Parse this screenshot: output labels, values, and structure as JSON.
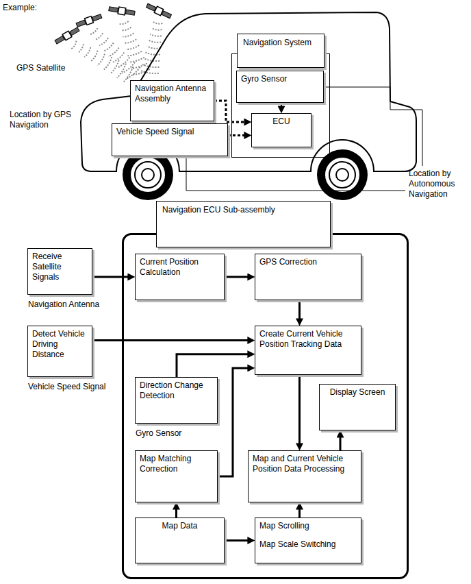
{
  "diagram": {
    "nodes": [
      {
        "text": [
          "Navigation System"
        ]
      },
      {
        "text": [
          "Gyro Sensor"
        ],
        "in": 0
      },
      {
        "text": [
          "Navigation Antenna Assembly"
        ]
      },
      {
        "text": [
          "ECU"
        ],
        "in": 0
      },
      {
        "text": [
          "Vehicle Speed Signal"
        ]
      },
      {
        "text": [
          "Navigation ECU Sub-assembly"
        ]
      },
      {
        "text": [
          "Receive Satellite Signals",
          "Navigation Antenna"
        ]
      },
      {
        "text": [
          "Current Position Calculation"
        ],
        "in": 5
      },
      {
        "text": [
          "GPS Correction"
        ],
        "in": 5
      },
      {
        "text": [
          "Detect Vehicle Driving Distance",
          "Vehicle Speed Signal"
        ]
      },
      {
        "text": [
          "Create Current Vehicle Position Tracking Data"
        ],
        "in": 5
      },
      {
        "text": [
          "Direction Change Detection",
          "Gyro Sensor"
        ],
        "in": 5
      },
      {
        "text": [
          "Display Screen"
        ],
        "in": 5
      },
      {
        "text": [
          "Map Matching Correction"
        ],
        "in": 5
      },
      {
        "text": [
          "Map and Current Vehicle Position Data Processing"
        ],
        "in": 5
      },
      {
        "text": [
          "Map Data"
        ],
        "in": 5
      },
      {
        "text": [
          "Map Scrolling",
          "Map Scale Switching"
        ],
        "in": 5
      }
    ],
    "edges": [
      {
        "from": 2,
        "to": 3,
        "arrow": "to"
      },
      {
        "from": 4,
        "to": 3,
        "arrow": "to"
      },
      {
        "from": 1,
        "to": 3,
        "arrow": "to"
      },
      {
        "from": 6,
        "to": 7,
        "arrow": "to"
      },
      {
        "from": 7,
        "to": 8,
        "arrow": "to"
      },
      {
        "from": 8,
        "to": 10,
        "arrow": "to"
      },
      {
        "from": 9,
        "to": 10,
        "arrow": "to"
      },
      {
        "from": 11,
        "to": 10,
        "arrow": "to"
      },
      {
        "from": 13,
        "to": 10,
        "arrow": "to"
      },
      {
        "from": 10,
        "to": 14,
        "arrow": "to"
      },
      {
        "from": 14,
        "to": 12,
        "arrow": "to"
      },
      {
        "from": 15,
        "to": 13,
        "arrow": "to"
      },
      {
        "from": 15,
        "to": 16,
        "arrow": "to"
      },
      {
        "from": 16,
        "to": 14,
        "arrow": "to"
      }
    ],
    "labels": [
      "Example:",
      "GPS Satellite",
      "Location by GPS Navigation",
      "Location by Autonomous Navigation"
    ]
  }
}
